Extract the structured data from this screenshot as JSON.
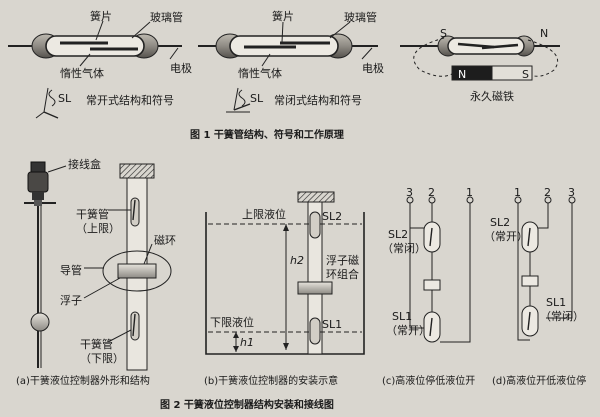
{
  "fig1": {
    "reed": "簧片",
    "glass": "玻璃管",
    "gas": "惰性气体",
    "electrode": "电极",
    "sl": "SL",
    "no_caption": "常开式结构和符号",
    "nc_caption": "常闭式结构和符号",
    "pole_s": "S",
    "pole_n": "N",
    "magnet_caption": "永久磁铁",
    "title": "图 1  干簧管结构、符号和工作原理"
  },
  "fig2": {
    "junction_box": "接线盒",
    "reed_upper_1": "干簧管",
    "reed_upper_2": "（上限）",
    "magnet_ring": "磁环",
    "guide_tube": "导管",
    "float": "浮子",
    "reed_lower_1": "干簧管",
    "reed_lower_2": "（下限）",
    "upper_level": "上限液位",
    "lower_level": "下限液位",
    "sl2": "SL2",
    "sl1": "SL1",
    "h2": "h2",
    "h1": "h1",
    "float_combo_1": "浮子磁",
    "float_combo_2": "环组合",
    "t3": "3",
    "t2": "2",
    "t1": "1",
    "c_sl2": "SL2",
    "c_sl2_state": "（常闭）",
    "c_sl1": "SL1",
    "c_sl1_state": "（常开）",
    "d_t1": "1",
    "d_t2": "2",
    "d_t3": "3",
    "d_sl2": "SL2",
    "d_sl2_state": "（常开）",
    "d_sl1": "SL1",
    "d_sl1_state": "（常闭）",
    "cap_a": "(a)干簧液位控制器外形和结构",
    "cap_b": "(b)干簧液位控制器的安装示意",
    "cap_c": "(c)高液位停低液位开",
    "cap_d": "(d)高液位开低液位停",
    "title": "图 2    干簧液位控制器结构安装和接线图"
  }
}
